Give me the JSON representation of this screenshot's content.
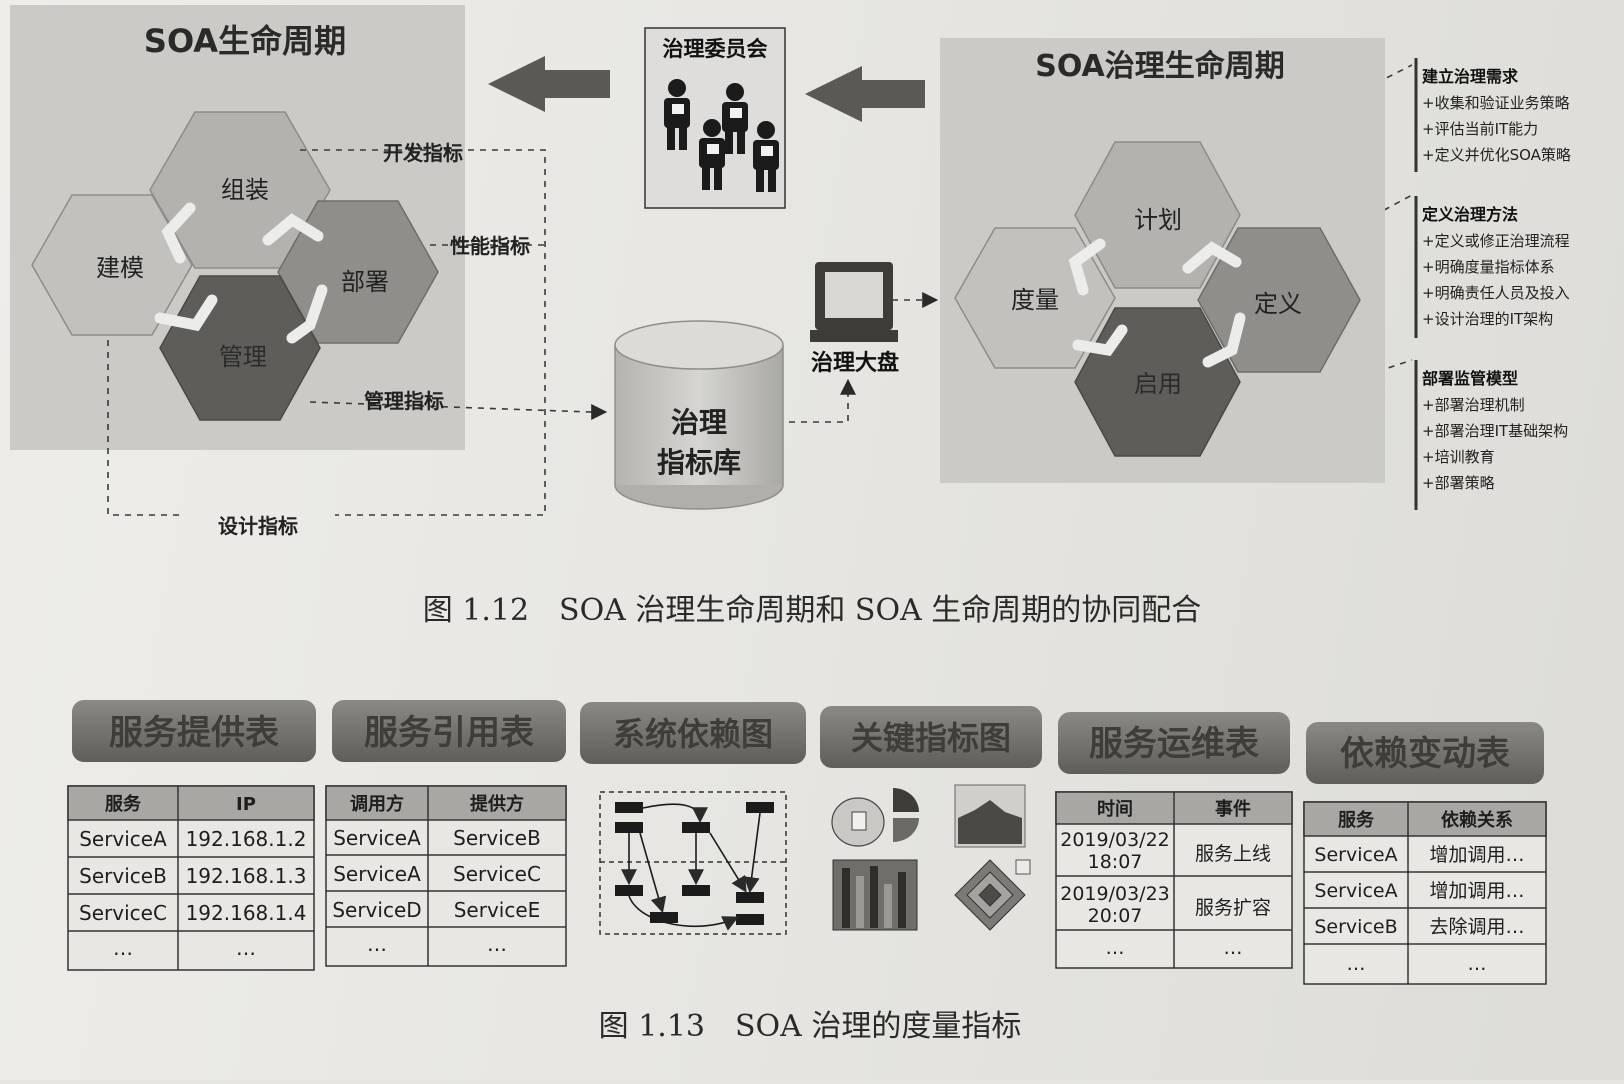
{
  "fig12": {
    "soa_lifecycle": {
      "title": "SOA生命周期",
      "hex": {
        "build": "建模",
        "assemble": "组装",
        "deploy": "部署",
        "manage": "管理"
      }
    },
    "governance_lifecycle": {
      "title": "SOA治理生命周期",
      "hex": {
        "measure": "度量",
        "plan": "计划",
        "define": "定义",
        "enable": "启用"
      }
    },
    "committee": "治理委员会",
    "dashboard": "治理大盘",
    "metrics_db": {
      "line1": "治理",
      "line2": "指标库"
    },
    "metric_labels": {
      "dev": "开发指标",
      "perf": "性能指标",
      "mgmt": "管理指标",
      "design": "设计指标"
    },
    "notes": [
      {
        "title": "建立治理需求",
        "items": [
          "+收集和验证业务策略",
          "+评估当前IT能力",
          "+定义并优化SOA策略"
        ]
      },
      {
        "title": "定义治理方法",
        "items": [
          "+定义或修正治理流程",
          "+明确度量指标体系",
          "+明确责任人员及投入",
          "+设计治理的IT架构"
        ]
      },
      {
        "title": "部署监管模型",
        "items": [
          "+部署治理机制",
          "+部署治理IT基础架构",
          "+培训教育",
          "+部署策略"
        ]
      }
    ],
    "caption": "图 1.12　SOA 治理生命周期和 SOA 生命周期的协同配合"
  },
  "fig13": {
    "service_provide": {
      "label": "服务提供表",
      "headers": [
        "服务",
        "IP"
      ],
      "rows": [
        [
          "ServiceA",
          "192.168.1.2"
        ],
        [
          "ServiceB",
          "192.168.1.3"
        ],
        [
          "ServiceC",
          "192.168.1.4"
        ],
        [
          "…",
          "…"
        ]
      ]
    },
    "service_ref": {
      "label": "服务引用表",
      "headers": [
        "调用方",
        "提供方"
      ],
      "rows": [
        [
          "ServiceA",
          "ServiceB"
        ],
        [
          "ServiceA",
          "ServiceC"
        ],
        [
          "ServiceD",
          "ServiceE"
        ],
        [
          "…",
          "…"
        ]
      ]
    },
    "dependency_graph": {
      "label": "系统依赖图"
    },
    "key_metrics": {
      "label": "关键指标图"
    },
    "ops_table": {
      "label": "服务运维表",
      "headers": [
        "时间",
        "事件"
      ],
      "rows": [
        [
          "2019/03/22",
          "18:07",
          "服务上线"
        ],
        [
          "2019/03/23",
          "20:07",
          "服务扩容"
        ],
        [
          "…",
          "",
          "…"
        ]
      ]
    },
    "dep_change": {
      "label": "依赖变动表",
      "headers": [
        "服务",
        "依赖关系"
      ],
      "rows": [
        [
          "ServiceA",
          "增加调用…"
        ],
        [
          "ServiceA",
          "增加调用…"
        ],
        [
          "ServiceB",
          "去除调用…"
        ],
        [
          "…",
          "…"
        ]
      ]
    },
    "caption": "图 1.13　SOA 治理的度量指标"
  },
  "colors": {
    "hex_light": "#bdbcb8",
    "hex_mid": "#8f8e8a",
    "hex_dark": "#5b5a56",
    "panel": "#cfceca",
    "badge": "#6d6c68"
  }
}
